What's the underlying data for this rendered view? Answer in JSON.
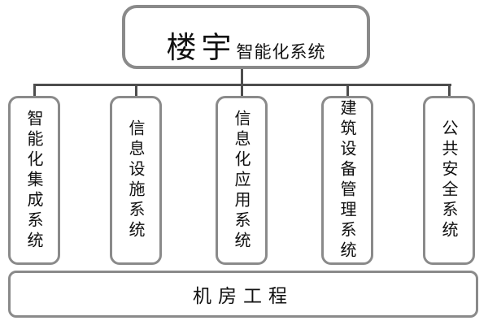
{
  "root_box": {
    "title_main": "楼宇",
    "title_suffix": "智能化系统"
  },
  "branch_boxes": [
    {
      "label": "智能化集成系统"
    },
    {
      "label": "信息设施系统"
    },
    {
      "label": "信息化应用系统"
    },
    {
      "label": "建筑设备管理系统"
    },
    {
      "label": "公共安全系统"
    }
  ],
  "bottom_box": {
    "label": "机房工程"
  },
  "colors": {
    "border": "#8a8a8a",
    "line": "#4d4d4d",
    "text": "#111111",
    "background": "#ffffff"
  }
}
